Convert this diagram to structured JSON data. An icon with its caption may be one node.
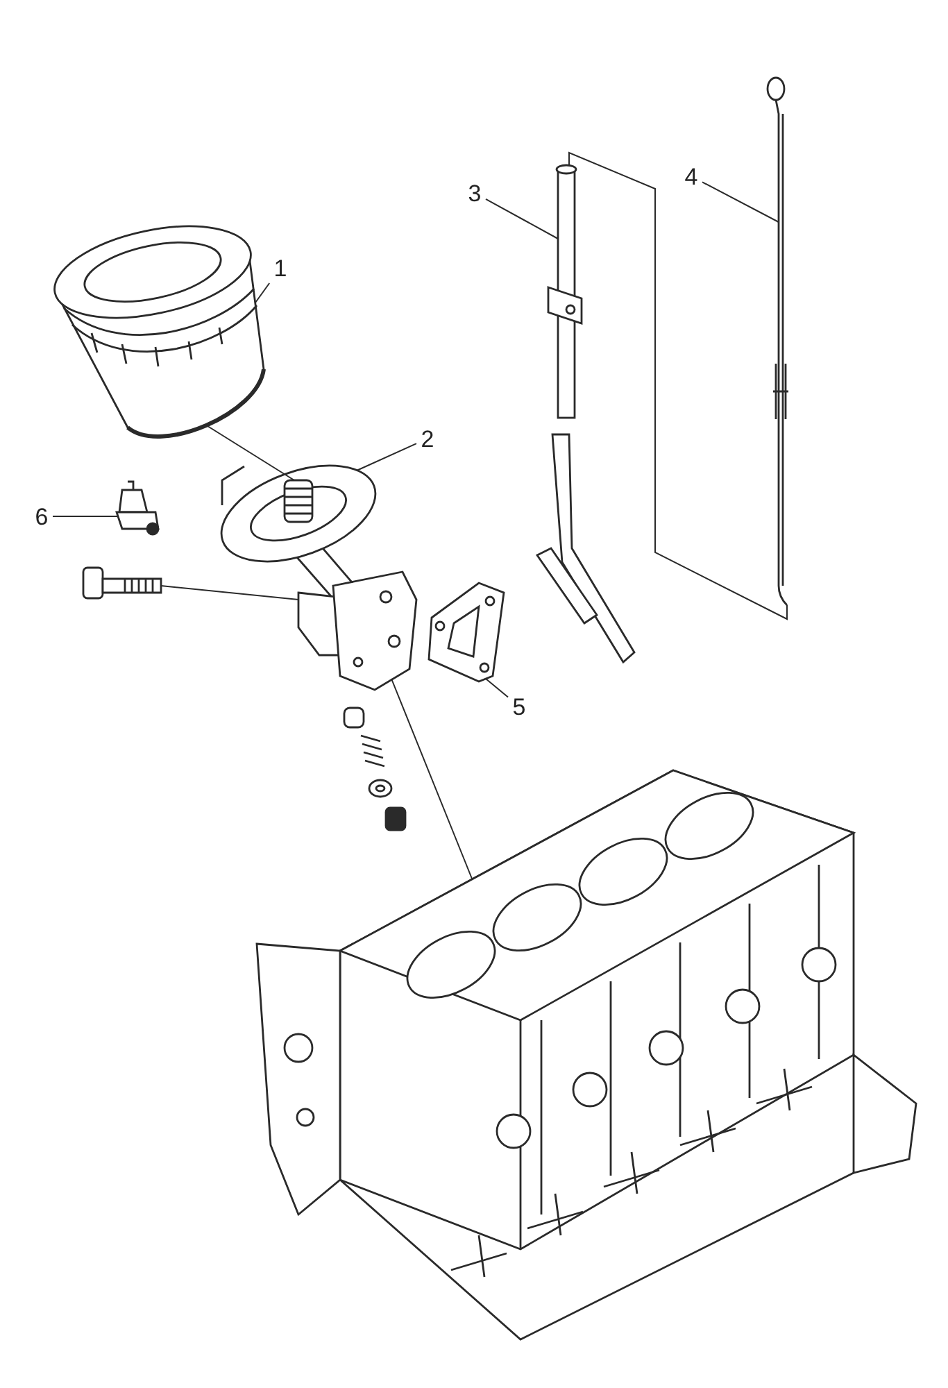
{
  "diagram": {
    "nodes": [
      {
        "text": [
          "1"
        ]
      },
      {
        "text": [
          "2"
        ]
      },
      {
        "text": [
          "3"
        ]
      },
      {
        "text": [
          "4"
        ]
      },
      {
        "text": [
          "5"
        ]
      },
      {
        "text": [
          "6"
        ]
      },
      {
        "text": [],
        "shape": "picture"
      },
      {
        "text": [],
        "shape": "picture"
      },
      {
        "text": [],
        "shape": "picture"
      },
      {
        "text": [],
        "shape": "picture"
      },
      {
        "text": [],
        "shape": "picture"
      },
      {
        "text": [],
        "shape": "picture"
      },
      {
        "text": [],
        "shape": "picture"
      },
      {
        "text": [],
        "shape": "picture"
      }
    ],
    "edges": [
      {
        "from": 0,
        "to": 6,
        "arrow": "none"
      },
      {
        "from": 1,
        "to": 7,
        "arrow": "none"
      },
      {
        "from": 2,
        "to": 8,
        "arrow": "none"
      },
      {
        "from": 3,
        "to": 9,
        "arrow": "none"
      },
      {
        "from": 4,
        "to": 10,
        "arrow": "none"
      },
      {
        "from": 5,
        "to": 11,
        "arrow": "none"
      },
      {
        "from": 13,
        "to": 7,
        "arrow": "none"
      },
      {
        "from": 6,
        "to": 7,
        "arrow": "none"
      },
      {
        "from": 7,
        "to": 12,
        "arrow": "none"
      },
      {
        "from": 8,
        "to": 9,
        "arrow": "none"
      }
    ]
  }
}
